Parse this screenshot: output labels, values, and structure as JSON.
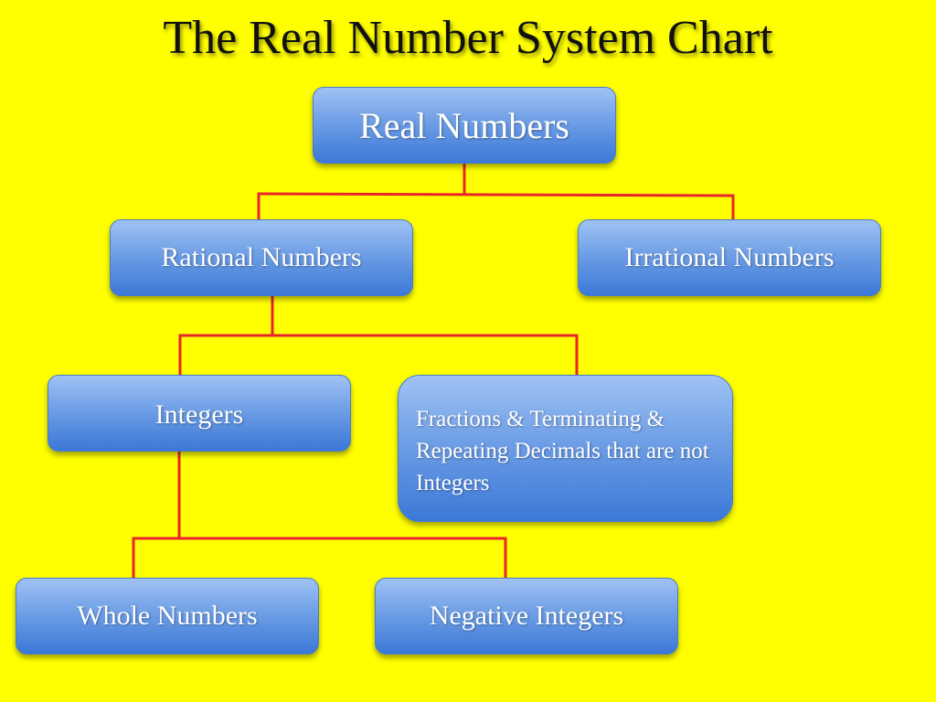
{
  "title": "The Real Number System Chart",
  "nodes": {
    "real": "Real Numbers",
    "rational": "Rational Numbers",
    "irrational": "Irrational Numbers",
    "integers": "Integers",
    "fractions": "Fractions & Terminating & Repeating Decimals that are not Integers",
    "whole": "Whole Numbers",
    "negative": "Negative Integers"
  },
  "colors": {
    "background": "#ffff00",
    "connector": "#e8262a",
    "node_fill": "#6f9fe6",
    "node_text": "#ffffff",
    "title_text": "#111111"
  }
}
